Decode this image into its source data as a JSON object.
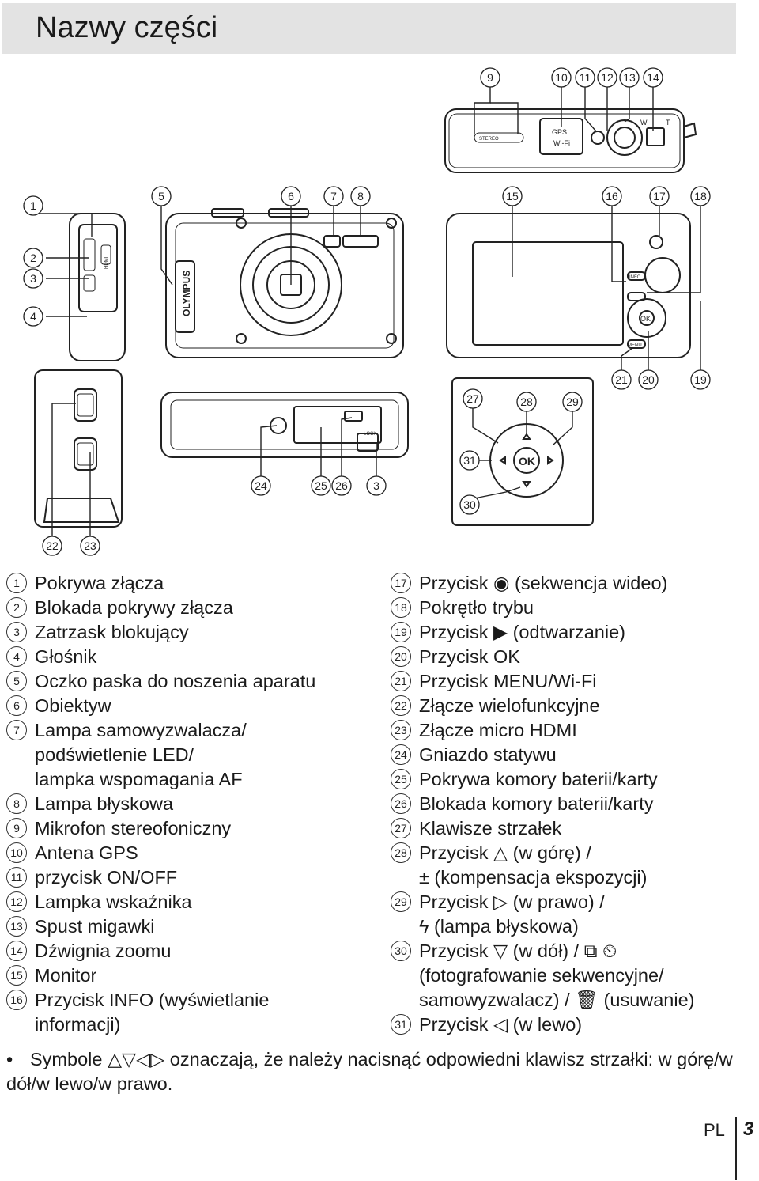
{
  "page_title": "Nazwy części",
  "diagram": {
    "callouts_top": [
      "9",
      "10",
      "11",
      "12",
      "13",
      "14"
    ],
    "callouts_front": [
      "1",
      "2",
      "3",
      "4",
      "5",
      "6",
      "7",
      "8"
    ],
    "callouts_back": [
      "15",
      "16",
      "17",
      "18",
      "19",
      "20",
      "21"
    ],
    "callouts_bottom": [
      "24",
      "25",
      "26",
      "3"
    ],
    "callouts_side": [
      "22",
      "23"
    ],
    "callouts_pad": [
      "27",
      "28",
      "29",
      "30",
      "31"
    ],
    "camera_labels": {
      "brand": "OLYMPUS",
      "gps": "GPS",
      "wifi": "Wi-Fi",
      "stereo": "STEREO",
      "zoom_w": "W",
      "zoom_t": "T",
      "info": "INFO",
      "menu": "MENU",
      "ok": "OK",
      "lock": "LOCK",
      "hdmi": "HDMI"
    }
  },
  "legend_left": [
    {
      "n": "1",
      "text": "Pokrywa złącza"
    },
    {
      "n": "2",
      "text": "Blokada pokrywy złącza"
    },
    {
      "n": "3",
      "text": "Zatrzask blokujący"
    },
    {
      "n": "4",
      "text": "Głośnik"
    },
    {
      "n": "5",
      "text": "Oczko paska do noszenia aparatu"
    },
    {
      "n": "6",
      "text": "Obiektyw"
    },
    {
      "n": "7",
      "text": "Lampa samowyzwalacza/\npodświetlenie LED/\nlampka wspomagania AF"
    },
    {
      "n": "8",
      "text": "Lampa błyskowa"
    },
    {
      "n": "9",
      "text": "Mikrofon stereofoniczny"
    },
    {
      "n": "10",
      "text": "Antena GPS"
    },
    {
      "n": "11",
      "text": "przycisk ON/OFF"
    },
    {
      "n": "12",
      "text": "Lampka wskaźnika"
    },
    {
      "n": "13",
      "text": "Spust migawki"
    },
    {
      "n": "14",
      "text": "Dźwignia zoomu"
    },
    {
      "n": "15",
      "text": "Monitor"
    },
    {
      "n": "16",
      "text": "Przycisk INFO (wyświetlanie\ninformacji)"
    }
  ],
  "legend_right": [
    {
      "n": "17",
      "text": "Przycisk ◉ (sekwencja wideo)"
    },
    {
      "n": "18",
      "text": "Pokrętło trybu"
    },
    {
      "n": "19",
      "text": "Przycisk ▶ (odtwarzanie)"
    },
    {
      "n": "20",
      "text": "Przycisk OK"
    },
    {
      "n": "21",
      "text": "Przycisk MENU/Wi-Fi"
    },
    {
      "n": "22",
      "text": "Złącze wielofunkcyjne"
    },
    {
      "n": "23",
      "text": "Złącze micro HDMI"
    },
    {
      "n": "24",
      "text": "Gniazdo statywu"
    },
    {
      "n": "25",
      "text": "Pokrywa komory baterii/karty"
    },
    {
      "n": "26",
      "text": "Blokada komory baterii/karty"
    },
    {
      "n": "27",
      "text": "Klawisze strzałek"
    },
    {
      "n": "28",
      "text": "Przycisk △ (w górę) /\n± (kompensacja ekspozycji)"
    },
    {
      "n": "29",
      "text": "Przycisk ▷ (w prawo) /\nϟ (lampa błyskowa)"
    },
    {
      "n": "30",
      "text": "Przycisk ▽ (w dół) / ⧉ ⏲\n(fotografowanie sekwencyjne/\nsamowyzwalacz) / 🗑 (usuwanie)"
    },
    {
      "n": "31",
      "text": "Przycisk ◁ (w lewo)"
    }
  ],
  "note": {
    "bullet": "•",
    "symbols": "△▽◁▷",
    "text_before": "Symbole",
    "text_after": "oznaczają, że należy nacisnąć odpowiedni klawisz strzałki: w górę/w dół/w lewo/w prawo."
  },
  "footer": {
    "lang": "PL",
    "page": "3"
  }
}
